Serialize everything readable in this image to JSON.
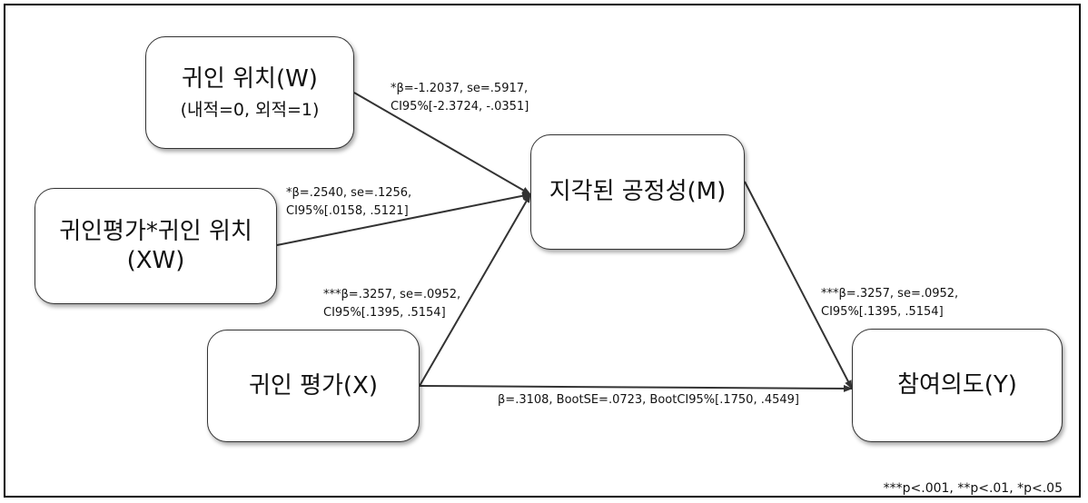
{
  "nodes": {
    "w": {
      "title": "귀인 위치(W)",
      "sub": "(내적=0, 외적=1)"
    },
    "xw": {
      "title": "귀인평가*귀인 위치",
      "sub": "(XW)"
    },
    "x": {
      "title": "귀인 평가(X)"
    },
    "m": {
      "title": "지각된 공정성(M)"
    },
    "y": {
      "title": "참여의도(Y)"
    }
  },
  "paths": {
    "w_m": {
      "line1": "*β=-1.2037, se=.5917,",
      "line2": "CI95%[-2.3724, -.0351]"
    },
    "xw_m": {
      "line1": "*β=.2540, se=.1256,",
      "line2": "CI95%[.0158, .5121]"
    },
    "x_m": {
      "line1": "***β=.3257, se=.0952,",
      "line2": "CI95%[.1395, .5154]"
    },
    "m_y": {
      "line1": "***β=.3257, se=.0952,",
      "line2": "CI95%[.1395, .5154]"
    },
    "x_y": {
      "line1": "β=.3108, BootSE=.0723, BootCI95%[.1750, .4549]"
    }
  },
  "footnote": "***p<.001, **p<.01, *p<.05"
}
